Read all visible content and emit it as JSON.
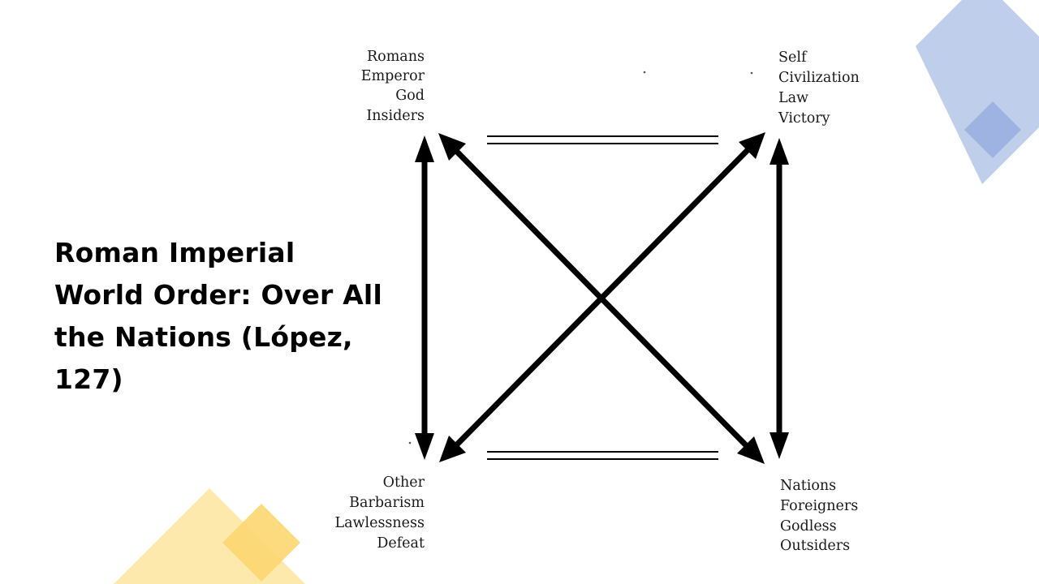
{
  "slide": {
    "title_lines": [
      "Roman Imperial",
      "World Order: Over All",
      "the Nations (López,",
      "127)"
    ]
  },
  "diagram": {
    "top_left": [
      "Romans",
      "Emperor",
      "God",
      "Insiders"
    ],
    "top_right": [
      "Self",
      "Civilization",
      "Law",
      "Victory"
    ],
    "bottom_left": [
      "Other",
      "Barbarism",
      "Lawlessness",
      "Defeat"
    ],
    "bottom_right": [
      "Nations",
      "Foreigners",
      "Godless",
      "Outsiders"
    ]
  },
  "theme": {
    "deco_blue": "#b3c5e8",
    "deco_blue_dark": "#9ab0e0",
    "deco_yellow": "#fde7a3",
    "deco_yellow_dark": "#fcd670",
    "line_color": "#000000"
  }
}
